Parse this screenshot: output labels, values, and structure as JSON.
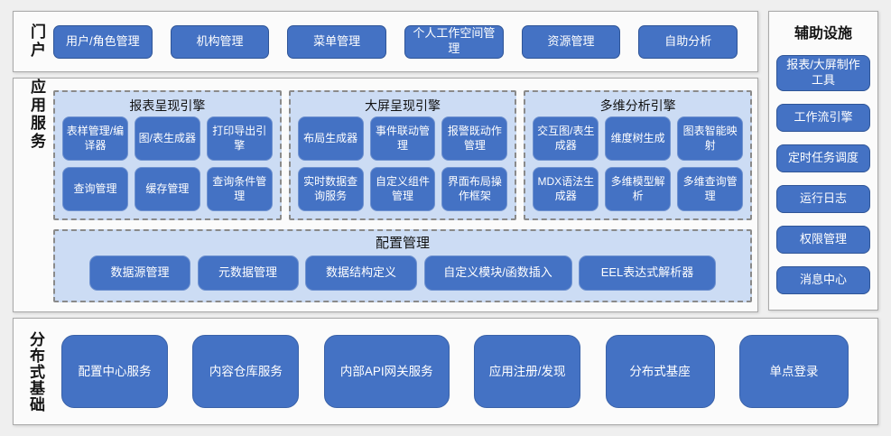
{
  "colors": {
    "accent": "#4472c4",
    "accent_border": "#2f5597",
    "panel_background": "#ccdcf4",
    "page_background": "#efefef"
  },
  "portal": {
    "label": "门户",
    "items": [
      "用户/角色管理",
      "机构管理",
      "菜单管理",
      "个人工作空间管理",
      "资源管理",
      "自助分析"
    ]
  },
  "aux": {
    "title": "辅助设施",
    "items": [
      "报表/大屏制作工具",
      "工作流引擎",
      "定时任务调度",
      "运行日志",
      "权限管理",
      "消息中心"
    ]
  },
  "app": {
    "label": "应用服务",
    "engines": [
      {
        "title": "报表呈现引擎",
        "items": [
          "表样管理/编译器",
          "图/表生成器",
          "打印导出引擎",
          "查询管理",
          "缓存管理",
          "查询条件管理"
        ]
      },
      {
        "title": "大屏呈现引擎",
        "items": [
          "布局生成器",
          "事件联动管理",
          "报警既动作管理",
          "实时数据查询服务",
          "自定义组件管理",
          "界面布局操作框架"
        ]
      },
      {
        "title": "多维分析引擎",
        "items": [
          "交互图/表生成器",
          "维度树生成",
          "图表智能映射",
          "MDX语法生成器",
          "多维模型解析",
          "多维查询管理"
        ]
      }
    ],
    "config": {
      "title": "配置管理",
      "items": [
        "数据源管理",
        "元数据管理",
        "数据结构定义",
        "自定义模块/函数插入",
        "EEL表达式解析器"
      ]
    }
  },
  "foundation": {
    "label": "分布式基础",
    "items": [
      "配置中心服务",
      "内容仓库服务",
      "内部API网关服务",
      "应用注册/发现",
      "分布式基座",
      "单点登录"
    ]
  }
}
